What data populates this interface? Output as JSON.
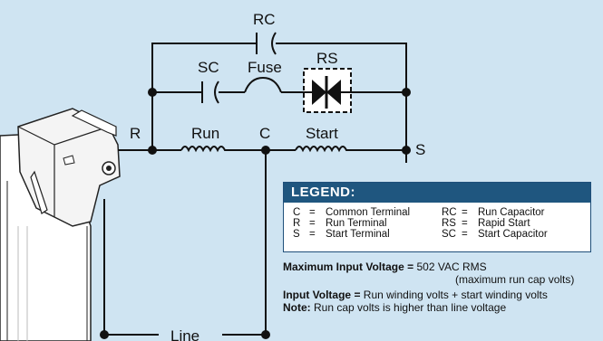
{
  "labels": {
    "rc": "RC",
    "sc": "SC",
    "rs": "RS",
    "fuse": "Fuse",
    "r": "R",
    "c": "C",
    "s": "S",
    "run": "Run",
    "start": "Start",
    "line": "Line"
  },
  "legend": {
    "title": "LEGEND:",
    "left": [
      {
        "code": "C",
        "eq": "=",
        "desc": "Common Terminal"
      },
      {
        "code": "R",
        "eq": "=",
        "desc": "Run Terminal"
      },
      {
        "code": "S",
        "eq": "=",
        "desc": "Start Terminal"
      }
    ],
    "right": [
      {
        "code": "RC",
        "eq": "=",
        "desc": "Run Capacitor"
      },
      {
        "code": "RS",
        "eq": "=",
        "desc": "Rapid Start"
      },
      {
        "code": "SC",
        "eq": "=",
        "desc": "Start Capacitor"
      }
    ]
  },
  "notes": {
    "max_label": "Maximum Input Voltage =",
    "max_value": "502 VAC RMS",
    "max_sub": "(maximum run cap volts)",
    "input_label": "Input Voltage =",
    "input_value": "Run winding volts + start winding volts",
    "note_label": "Note:",
    "note_value": "Run cap volts is higher than line voltage"
  },
  "colors": {
    "background": "#cfe4f2",
    "legend_header": "#1f567f",
    "wire": "#111111"
  }
}
